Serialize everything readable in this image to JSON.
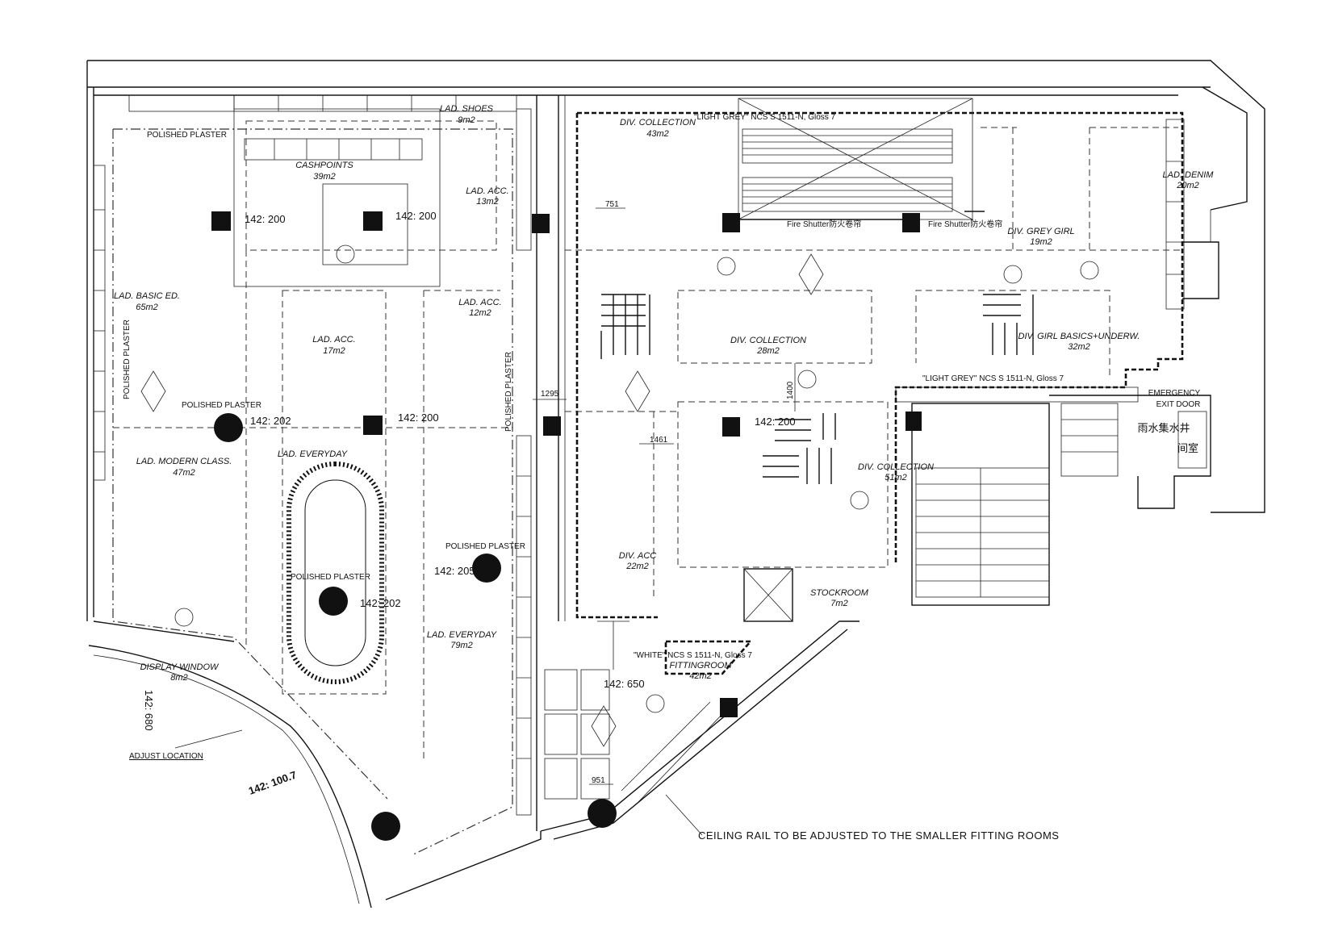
{
  "zones": [
    {
      "name": "LAD. SHOES",
      "area": "9m2"
    },
    {
      "name": "CASHPOINTS",
      "area": "39m2"
    },
    {
      "name": "LAD. ACC.",
      "area": "13m2"
    },
    {
      "name": "LAD. BASIC ED.",
      "area": "65m2"
    },
    {
      "name": "LAD. ACC.",
      "area": "17m2"
    },
    {
      "name": "LAD. ACC.",
      "area": "12m2"
    },
    {
      "name": "LAD. MODERN CLASS.",
      "area": "47m2"
    },
    {
      "name": "LAD. EVERYDAY",
      "area": ""
    },
    {
      "name": "LAD. EVERYDAY",
      "area": "79m2"
    },
    {
      "name": "DISPLAY WINDOW",
      "area": "8m2"
    },
    {
      "name": "DIV. COLLECTION",
      "area": "43m2"
    },
    {
      "name": "DIV. COLLECTION",
      "area": "28m2"
    },
    {
      "name": "DIV. COLLECTION",
      "area": "51m2"
    },
    {
      "name": "DIV. ACC",
      "area": "22m2"
    },
    {
      "name": "DIV. GREY GIRL",
      "area": "19m2"
    },
    {
      "name": "DIV. GIRL BASICS+UNDERW.",
      "area": "32m2"
    },
    {
      "name": "LAD. DENIM",
      "area": "20m2"
    },
    {
      "name": "STOCKROOM",
      "area": "7m2"
    },
    {
      "name": "FITTINGROOM",
      "area": "42m2"
    }
  ],
  "finish_tags": [
    "POLISHED PLASTER",
    "POLISHED PLASTER",
    "POLISHED PLASTER",
    "POLISHED PLASTER",
    "POLISHED PLASTER",
    "POLISHED PLASTER"
  ],
  "levels": [
    "142: 200",
    "142: 200",
    "142: 202",
    "142: 200",
    "142: 200",
    "142: 205",
    "142: 202",
    "142: 650",
    "142: 680",
    "142: 100.7"
  ],
  "dims": [
    "751",
    "1295",
    "1400",
    "1461",
    "951"
  ],
  "paint": [
    "\"LIGHT GREY\" NCS S 1511-N, Gloss 7",
    "\"LIGHT GREY\" NCS S 1511-N, Gloss 7",
    "\"WHITE\" NCS S 1511-N, Gloss 7"
  ],
  "emergency": [
    "EMERGENCY",
    "EXIT DOOR"
  ],
  "chinese_room": [
    "雨水集水井",
    "间室"
  ],
  "notes": {
    "adjust": "ADJUST LOCATION",
    "ceiling": "CEILING RAIL TO BE ADJUSTED TO THE SMALLER FITTING ROOMS",
    "shutter": "Fire Shutter防火卷帘"
  },
  "colors": {
    "line": "#111111",
    "background": "#ffffff"
  }
}
